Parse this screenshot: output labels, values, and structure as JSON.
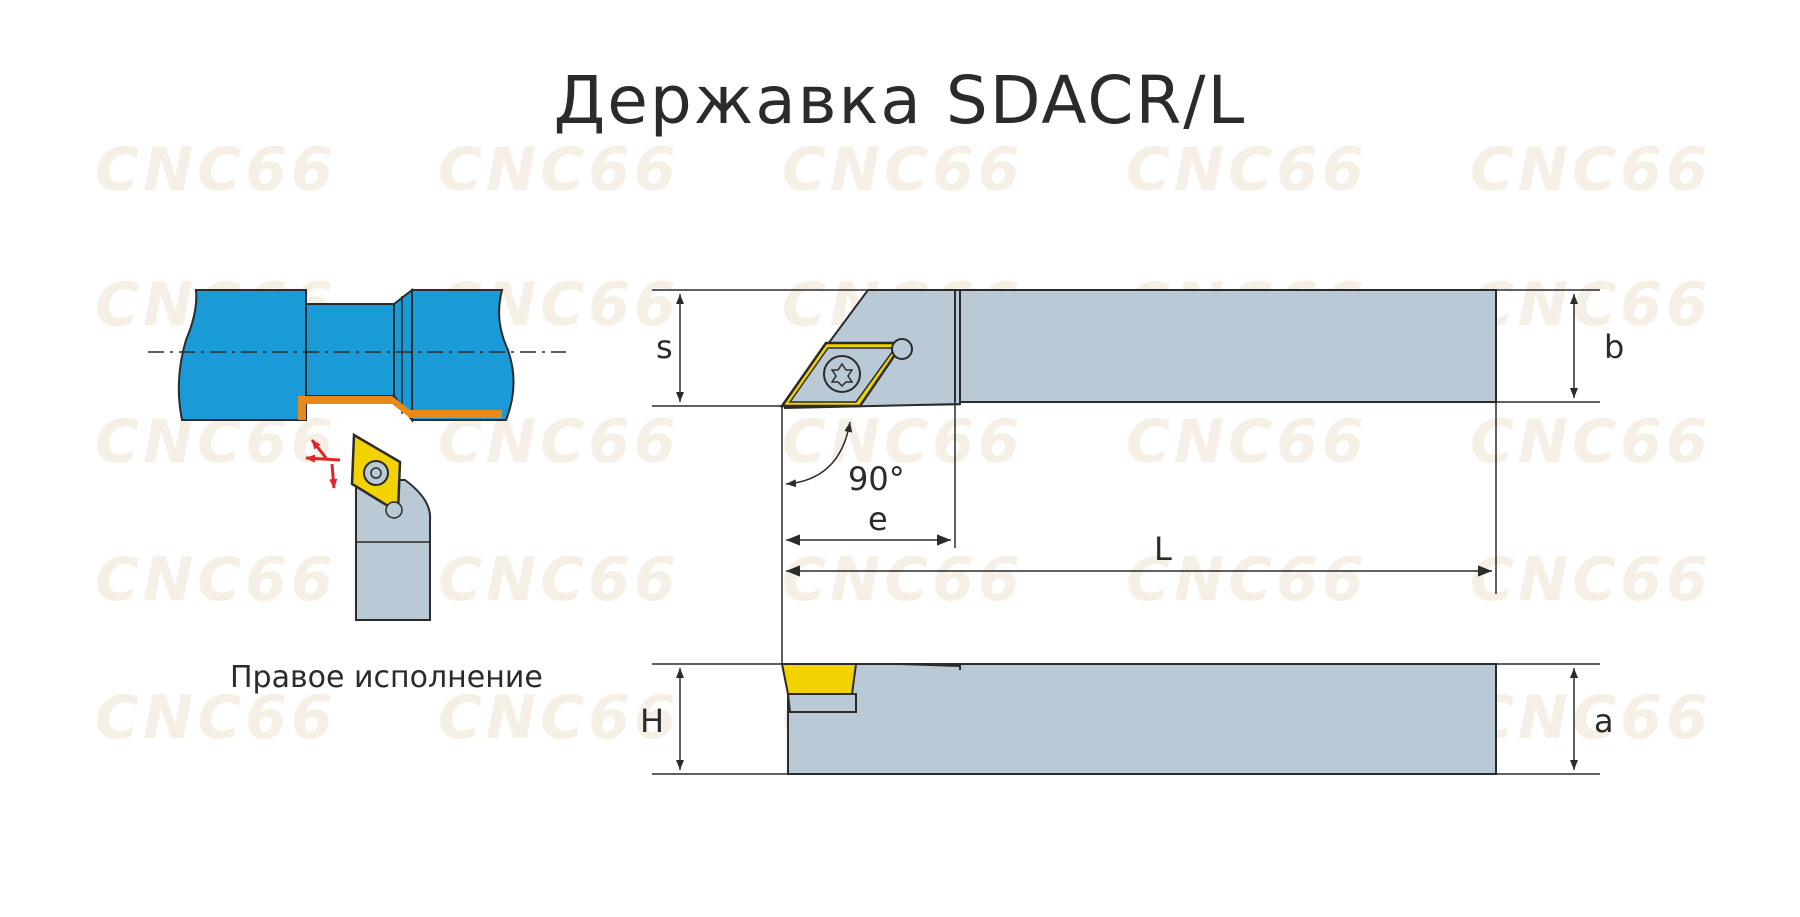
{
  "title": "Державка SDACR/L",
  "caption": "Правое исполнение",
  "watermark_text": "CNC66",
  "dimensions": {
    "s": "s",
    "b": "b",
    "e": "e",
    "L": "L",
    "H": "H",
    "a": "a",
    "angle": "90°"
  },
  "colors": {
    "workpiece": "#1a9ad6",
    "chip_edge": "#e88a1a",
    "insert": "#f2d200",
    "holder": "#b9c9d6",
    "arrow_red": "#e0262b",
    "line": "#2b2b2b"
  }
}
